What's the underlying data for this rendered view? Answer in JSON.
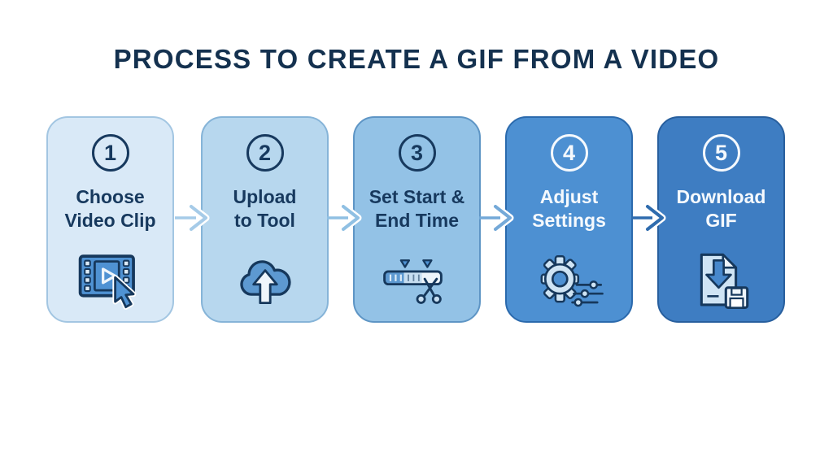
{
  "title": "PROCESS TO CREATE A GIF FROM A VIDEO",
  "title_color": "#14314f",
  "steps": [
    {
      "number": "1",
      "label": "Choose\nVideo Clip",
      "icon": "film-clip-icon",
      "colors": {
        "bg": "#d9e9f7",
        "border": "#a3c6e2",
        "text": "#17395e"
      }
    },
    {
      "number": "2",
      "label": "Upload\nto Tool",
      "icon": "cloud-upload-icon",
      "colors": {
        "bg": "#b7d7ee",
        "border": "#86b4d8",
        "text": "#17395e"
      }
    },
    {
      "number": "3",
      "label": "Set Start &\nEnd Time",
      "icon": "trim-timeline-icon",
      "colors": {
        "bg": "#93c2e6",
        "border": "#5e95c5",
        "text": "#17395e"
      }
    },
    {
      "number": "4",
      "label": "Adjust\nSettings",
      "icon": "gear-sliders-icon",
      "colors": {
        "bg": "#4d90d2",
        "border": "#2b6aad",
        "text": "#f5f9fd"
      }
    },
    {
      "number": "5",
      "label": "Download\nGIF",
      "icon": "download-file-icon",
      "colors": {
        "bg": "#3e7dc2",
        "border": "#285f9e",
        "text": "#f5f9fd"
      }
    }
  ],
  "arrows": [
    {
      "color": "#a6cbe8"
    },
    {
      "color": "#90c0e3"
    },
    {
      "color": "#74a9d8"
    },
    {
      "color": "#2f6cae"
    }
  ]
}
